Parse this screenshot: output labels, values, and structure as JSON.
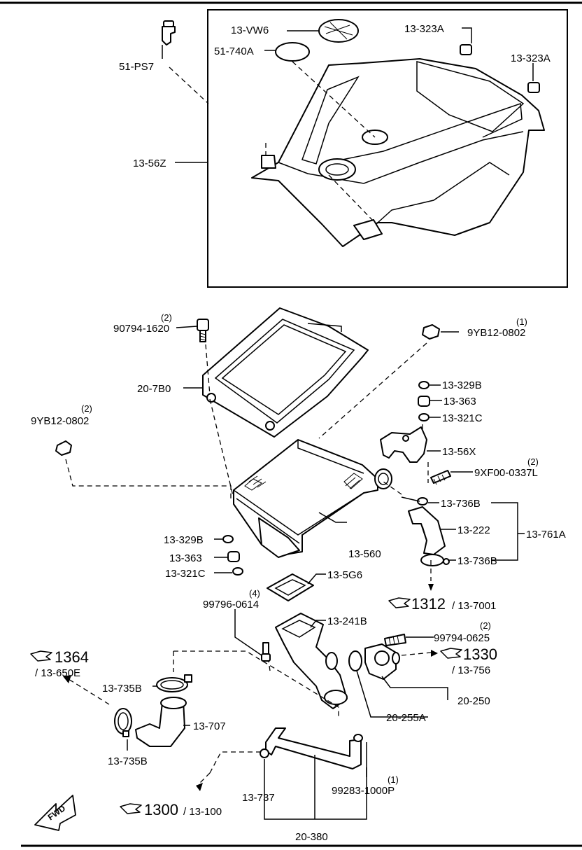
{
  "labels": {
    "p_51_ps7": "51-PS7",
    "p_13_vw6": "13-VW6",
    "p_51_740a": "51-740A",
    "p_13_323a_1": "13-323A",
    "p_13_323a_2": "13-323A",
    "p_13_56z": "13-56Z",
    "p_90794_1620": "90794-1620",
    "p_90794_1620_qty": "(2)",
    "p_9yb12_0802_r": "9YB12-0802",
    "p_9yb12_0802_r_qty": "(1)",
    "p_20_7b0": "20-7B0",
    "p_13_329b_r": "13-329B",
    "p_13_363_r": "13-363",
    "p_13_321c_r": "13-321C",
    "p_9yb12_0802_l": "9YB12-0802",
    "p_9yb12_0802_l_qty": "(2)",
    "p_13_56x": "13-56X",
    "p_9xf00_0337l": "9XF00-0337L",
    "p_9xf00_0337l_qty": "(2)",
    "p_13_736b_1": "13-736B",
    "p_13_222": "13-222",
    "p_13_761a": "13-761A",
    "p_13_736b_2": "13-736B",
    "p_13_329b_l": "13-329B",
    "p_13_363_l": "13-363",
    "p_13_321c_l": "13-321C",
    "p_13_560": "13-560",
    "p_13_5g6": "13-5G6",
    "p_99796_0614": "99796-0614",
    "p_99796_0614_qty": "(4)",
    "p_13_241b": "13-241B",
    "p_99794_0625": "99794-0625",
    "p_99794_0625_qty": "(2)",
    "p_13_735b_1": "13-735B",
    "p_13_707": "13-707",
    "p_13_735b_2": "13-735B",
    "p_20_250": "20-250",
    "p_20_255a": "20-255A",
    "p_13_737": "13-737",
    "p_99283_1000p": "99283-1000P",
    "p_99283_1000p_qty": "(1)",
    "p_20_380": "20-380"
  },
  "refs": {
    "r1312": {
      "big": "1312",
      "small": "/ 13-7001"
    },
    "r1330": {
      "big": "1330",
      "small": "/ 13-756"
    },
    "r1364": {
      "big": "1364",
      "small": "/ 13-650E"
    },
    "r1300": {
      "big": "1300",
      "small": "/ 13-100"
    }
  },
  "fwd_label": "FWD",
  "icons": {
    "reference": "pointing-hand-icon",
    "direction": "forward-arrow-icon"
  }
}
